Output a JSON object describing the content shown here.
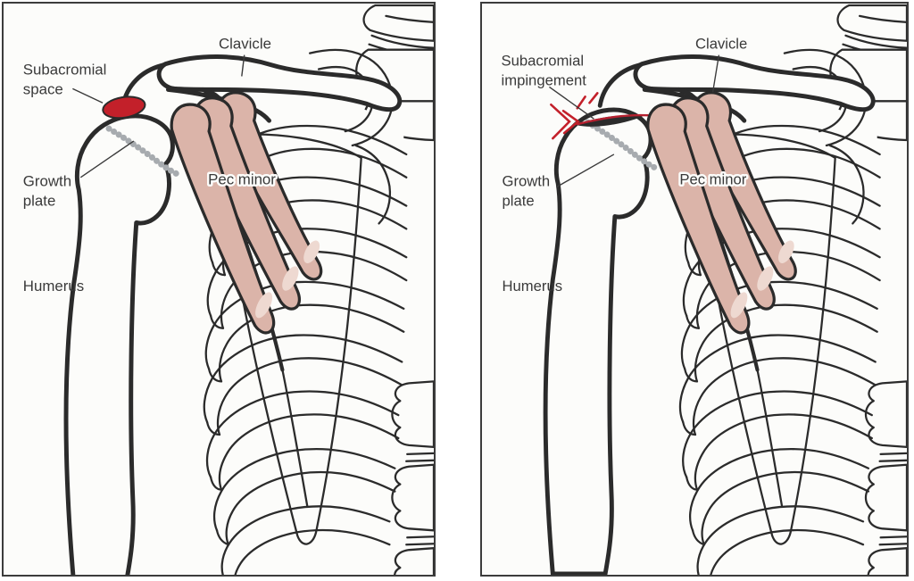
{
  "diagram": {
    "colors": {
      "line": "#2b2b2b",
      "text": "#3a3a3a",
      "panel_bg": "#fcfcfa",
      "muscle": "#dbb4a9",
      "muscle_light": "#eed9d1",
      "growth_gray": "#a7abaf",
      "red": "#c3202a",
      "impingement_red": "#b5202f"
    },
    "panels": [
      {
        "id": "normal-shoulder",
        "labels": {
          "subacromial_1": "Subacromial",
          "subacromial_2": "space",
          "clavicle": "Clavicle",
          "growth_1": "Growth",
          "growth_2": "plate",
          "pec": "Pec minor",
          "humerus": "Humerus"
        }
      },
      {
        "id": "impinged-shoulder",
        "labels": {
          "subacromial_1": "Subacromial",
          "subacromial_2": "impingement",
          "clavicle": "Clavicle",
          "growth_1": "Growth",
          "growth_2": "plate",
          "pec": "Pec minor",
          "humerus": "Humerus"
        }
      }
    ]
  }
}
